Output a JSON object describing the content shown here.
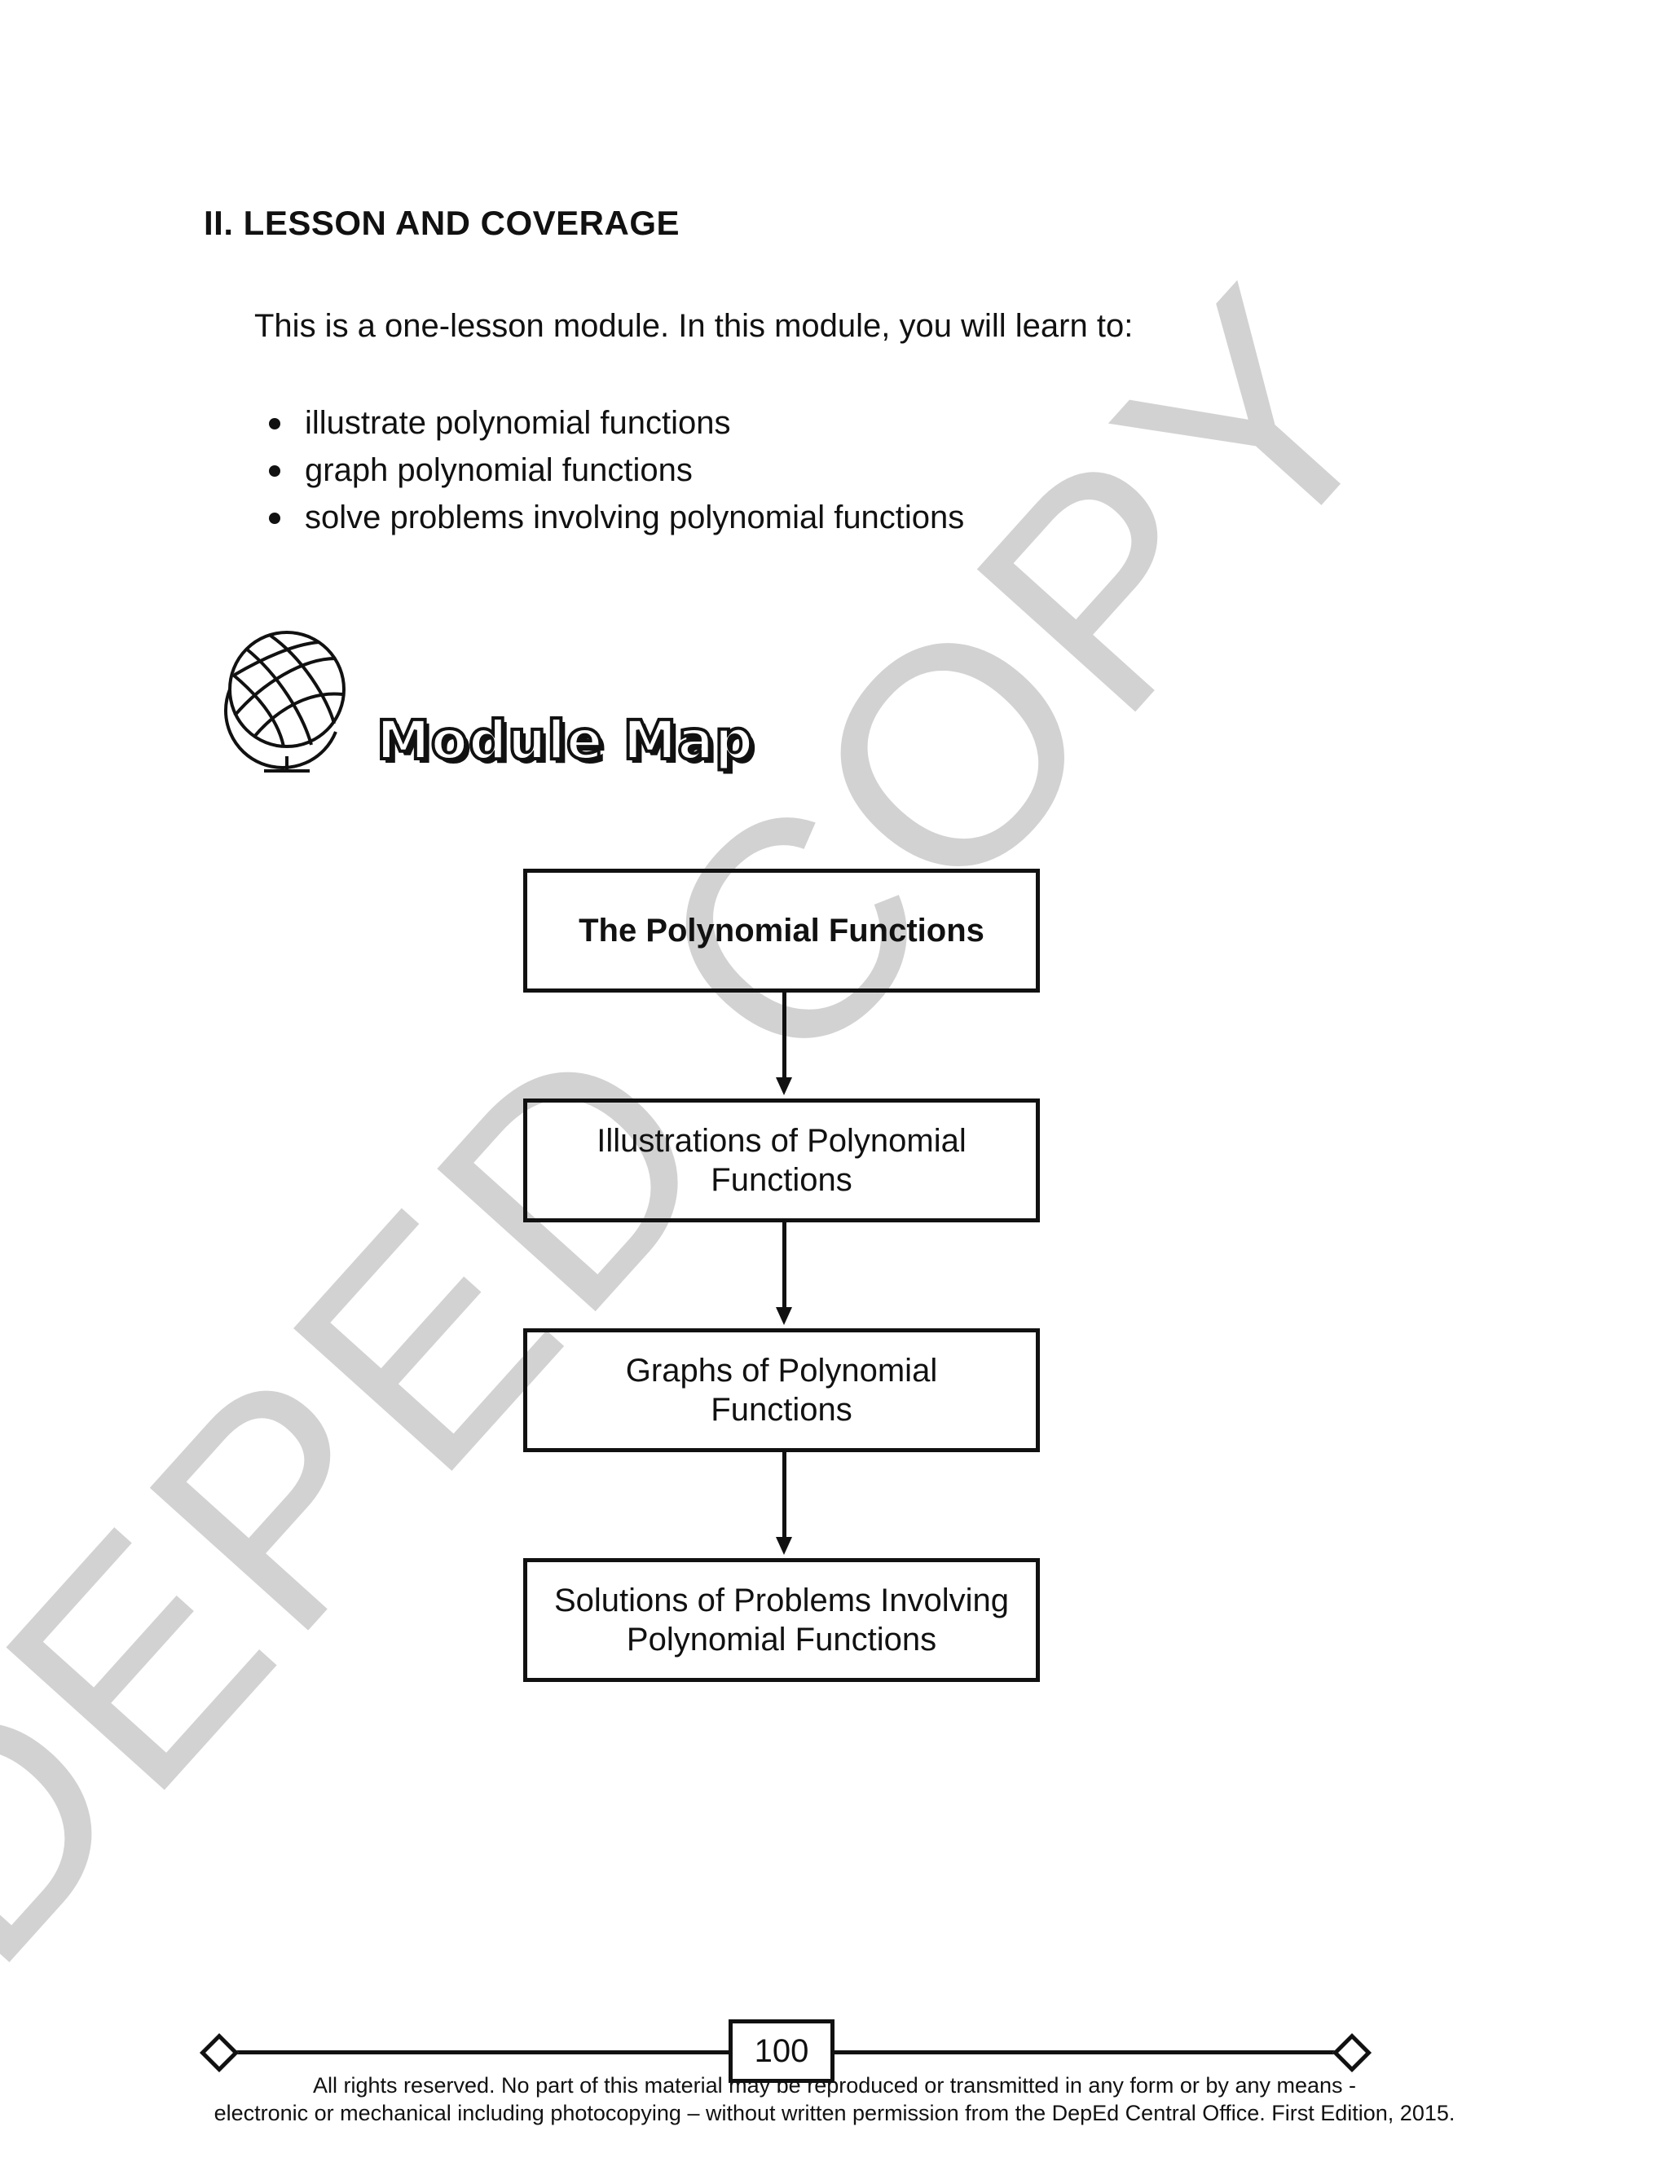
{
  "section": {
    "title": "II.  LESSON AND COVERAGE",
    "intro": "This is a one-lesson module. In this module, you will learn to:",
    "objectives": [
      "illustrate polynomial functions",
      "graph polynomial functions",
      "solve problems involving polynomial functions"
    ]
  },
  "watermark": "DEPED COPY",
  "module_map": {
    "title": "Module Map",
    "icon": "globe-icon",
    "boxes": [
      {
        "line1": "The Polynomial Functions",
        "line2": ""
      },
      {
        "line1": "Illustrations of Polynomial",
        "line2": "Functions"
      },
      {
        "line1": "Graphs of Polynomial",
        "line2": "Functions"
      },
      {
        "line1": "Solutions of Problems Involving",
        "line2": "Polynomial Functions"
      }
    ]
  },
  "footer": {
    "page_number": "100",
    "copyright_line1": "All rights reserved. No part of this material may be reproduced or transmitted in any form or by any means -",
    "copyright_line2": "electronic or mechanical including photocopying – without written permission from the DepEd Central Office. First Edition, 2015."
  }
}
